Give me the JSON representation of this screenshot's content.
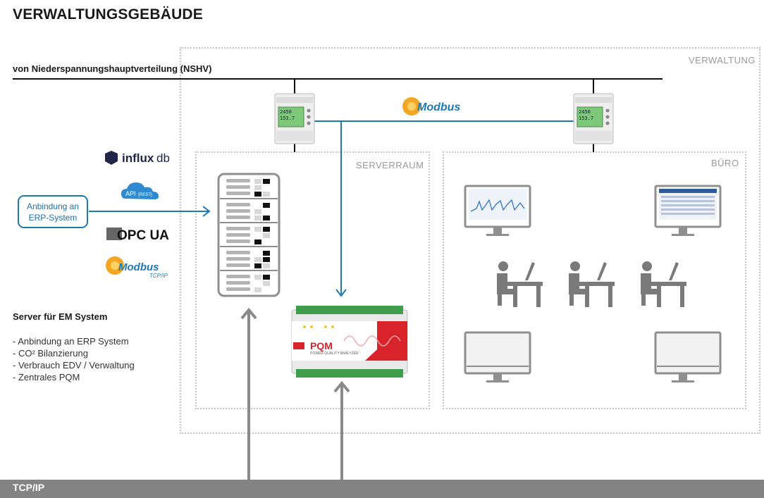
{
  "title": "VERWALTUNGSGEBÄUDE",
  "bus_label": "von Niederspannungshauptverteilung (NSHV)",
  "zones": {
    "verwaltung": "VERWALTUNG",
    "serverraum": "SERVERRAUM",
    "buero": "BÜRO"
  },
  "protocols": {
    "modbus": "Modbus",
    "modbus_tcp": "Modbus",
    "modbus_tcp_sub": "TCP/IP",
    "influx_bold": "influx",
    "influx_light": "db",
    "api": "API",
    "api_sub": "{REST}",
    "opc": "OPC UA"
  },
  "erp_box": {
    "line1": "Anbindung an",
    "line2": "ERP-System"
  },
  "server": {
    "title": "Server für EM System",
    "features": [
      "- Anbindung an ERP System",
      "- CO² Bilanzierung",
      "- Verbrauch EDV / Verwaltung",
      "- Zentrales PQM"
    ]
  },
  "pqm": {
    "label": "PQM",
    "sub": "POWER QUALITY ANALYZER"
  },
  "meter": {
    "readout1": "2450",
    "readout2": "153.7"
  },
  "network": "TCP/IP",
  "colors": {
    "line_blue": "#1f7ab4",
    "arrow_gray": "#8a8a8a",
    "zone_border": "#c4c4c4",
    "tcp_bar": "#838383",
    "meter_lcd": "#7ec87a",
    "pqm_red": "#d8232a"
  }
}
